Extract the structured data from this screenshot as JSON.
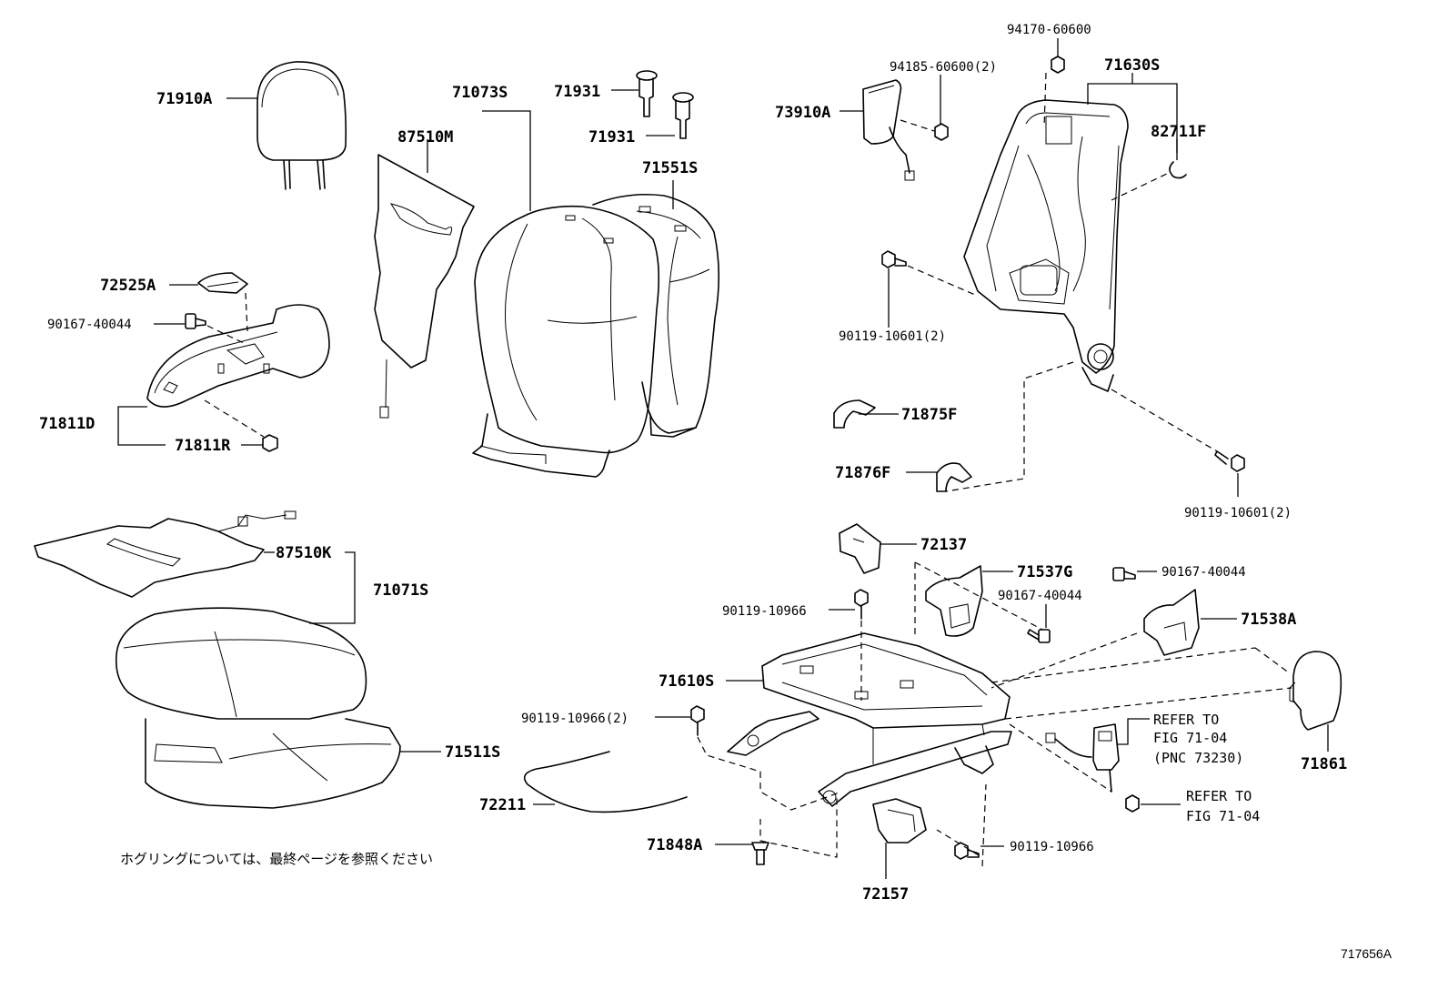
{
  "labels": {
    "p71910A": "71910A",
    "p71073S": "71073S",
    "p87510M": "87510M",
    "p71931a": "71931",
    "p71931b": "71931",
    "p71551S": "71551S",
    "p94170": "94170-60600",
    "p94185": "94185-60600(2)",
    "p71630S": "71630S",
    "p73910A": "73910A",
    "p82711F": "82711F",
    "p72525A": "72525A",
    "p90167a": "90167-40044",
    "p71811D": "71811D",
    "p71811R": "71811R",
    "p90119a": "90119-10601(2)",
    "p71875F": "71875F",
    "p71876F": "71876F",
    "p90119b": "90119-10601(2)",
    "p87510K": "87510K",
    "p71071S": "71071S",
    "p72137": "72137",
    "p71537G": "71537G",
    "p90167b": "90167-40044",
    "p90167c": "90167-40044",
    "p90119c": "90119-10966",
    "p71538A": "71538A",
    "p71610S": "71610S",
    "p90119d": "90119-10966(2)",
    "p71511S": "71511S",
    "p72211": "72211",
    "p71848A": "71848A",
    "p72157": "72157",
    "p90119e": "90119-10966",
    "p71861": "71861"
  },
  "refer1": [
    "REFER TO",
    "FIG 71-04",
    "(PNC 73230)"
  ],
  "refer2": [
    "REFER TO",
    "FIG 71-04"
  ],
  "note": "ホグリングについては、最終ページを参照ください",
  "diagram_code": "717656A"
}
